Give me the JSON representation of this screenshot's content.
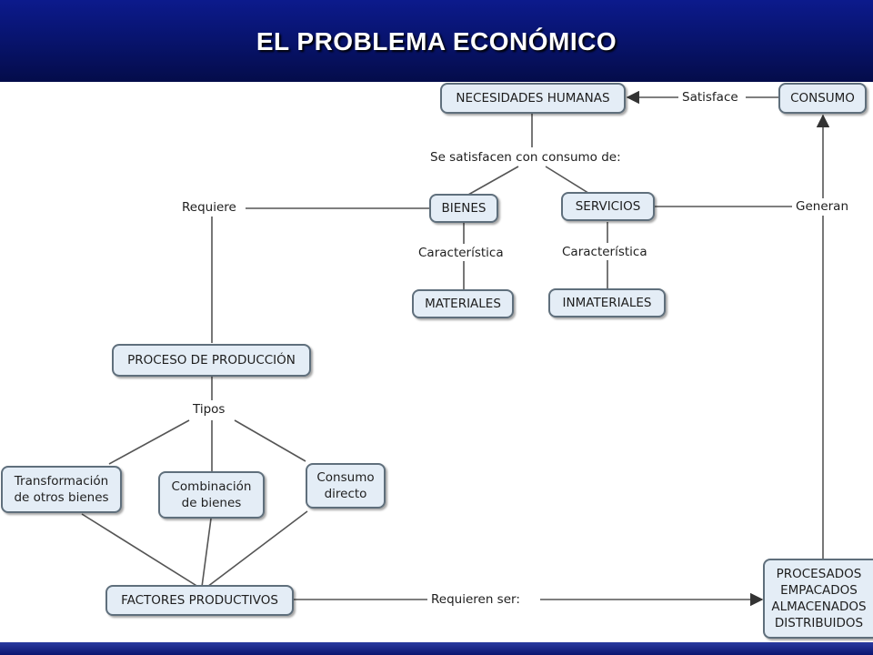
{
  "header": {
    "title": "EL PROBLEMA ECONÓMICO"
  },
  "diagram": {
    "nodes": {
      "necesidades": "NECESIDADES HUMANAS",
      "consumo": "CONSUMO",
      "bienes": "BIENES",
      "servicios": "SERVICIOS",
      "materiales": "MATERIALES",
      "inmateriales": "INMATERIALES",
      "proceso": "PROCESO DE PRODUCCIÓN",
      "transformacion": "Transformación\nde otros bienes",
      "combinacion": "Combinación\nde bienes",
      "consumo_directo": "Consumo\ndirecto",
      "factores": "FACTORES PRODUCTIVOS",
      "procesados": "PROCESADOS\nEMPACADOS\nALMACENADOS\nDISTRIBUIDOS"
    },
    "links": {
      "satisface": "Satisface",
      "se_satisfacen": "Se satisfacen con consumo de:",
      "requiere": "Requiere",
      "generan": "Generan",
      "caracteristica_bienes": "Característica",
      "caracteristica_servicios": "Característica",
      "tipos": "Tipos",
      "requieren_ser": "Requieren ser:"
    }
  }
}
